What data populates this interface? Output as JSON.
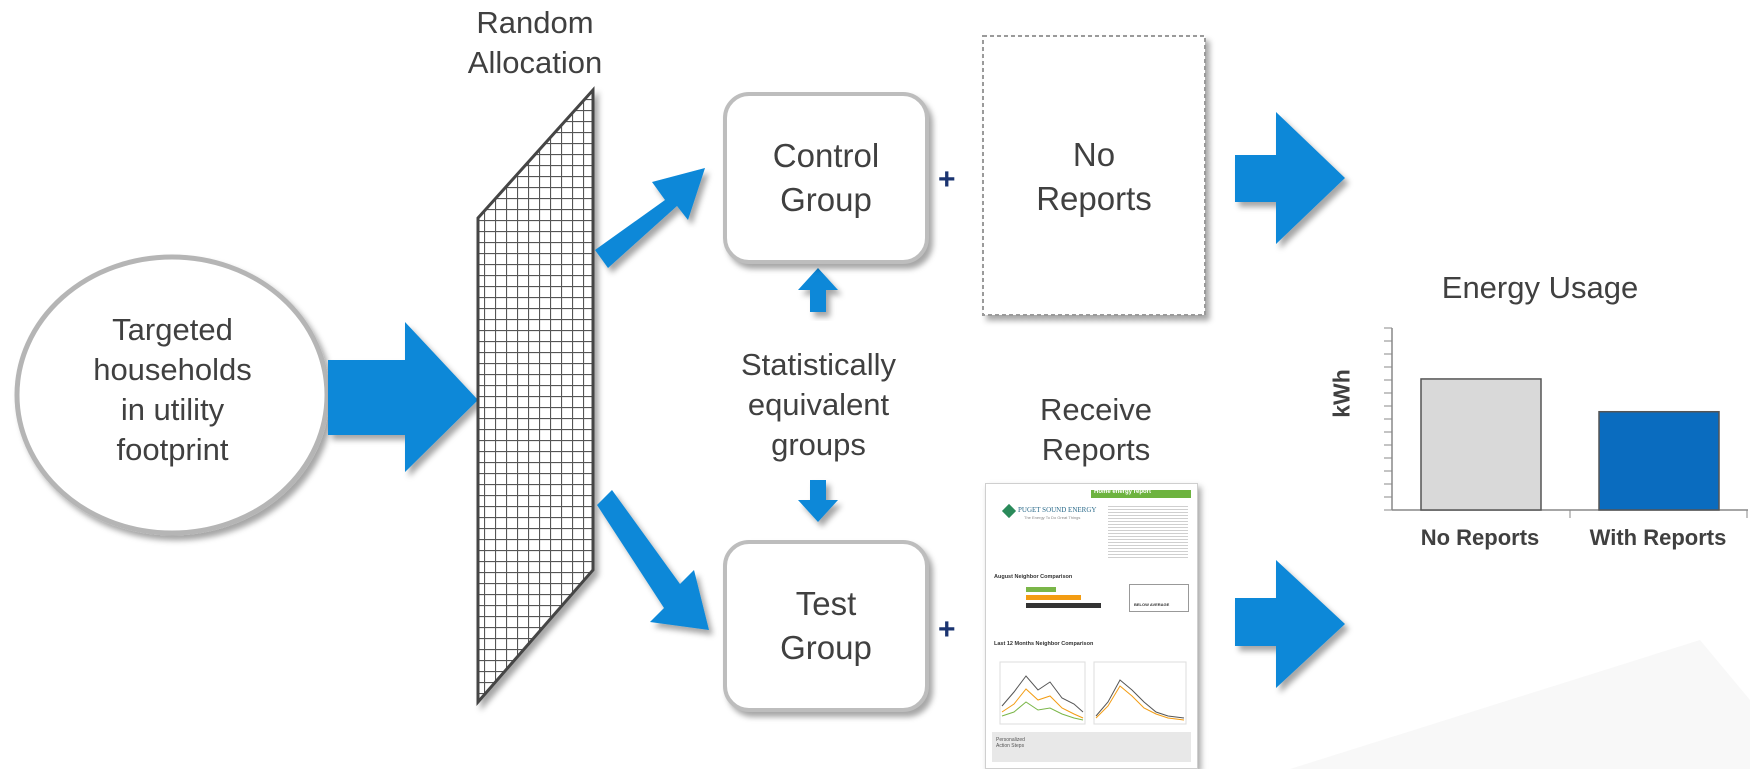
{
  "diagram": {
    "random_allocation": "Random\nAllocation",
    "targeted": "Targeted\nhouseholds\nin utility\nfootprint",
    "control_group": "Control\nGroup",
    "test_group": "Test\nGroup",
    "no_reports": "No\nReports",
    "receive_reports": "Receive\nReports",
    "statistically_equivalent": "Statistically\nequivalent\ngroups",
    "plus": "+"
  },
  "report": {
    "brand": "PUGET SOUND ENERGY",
    "tagline": "The Energy To Do Great Things",
    "header": "Home energy report",
    "section1": "August Neighbor Comparison",
    "section2": "Last 12 Months Neighbor Comparison",
    "rating": "BELOW AVERAGE",
    "footer": "Personalized Action Steps"
  },
  "chart_data": {
    "type": "bar",
    "title": "Energy Usage",
    "categories": [
      "No Reports",
      "With Reports"
    ],
    "values": [
      0.72,
      0.54
    ],
    "ylabel": "kWh",
    "ylim": [
      0,
      1
    ],
    "grid": false,
    "colors": [
      "#d9d9d9",
      "#0a6cbf"
    ]
  },
  "colors": {
    "arrow_blue": "#0a88d8",
    "box_border": "#bdbdbd",
    "plus_navy": "#1b3470"
  }
}
